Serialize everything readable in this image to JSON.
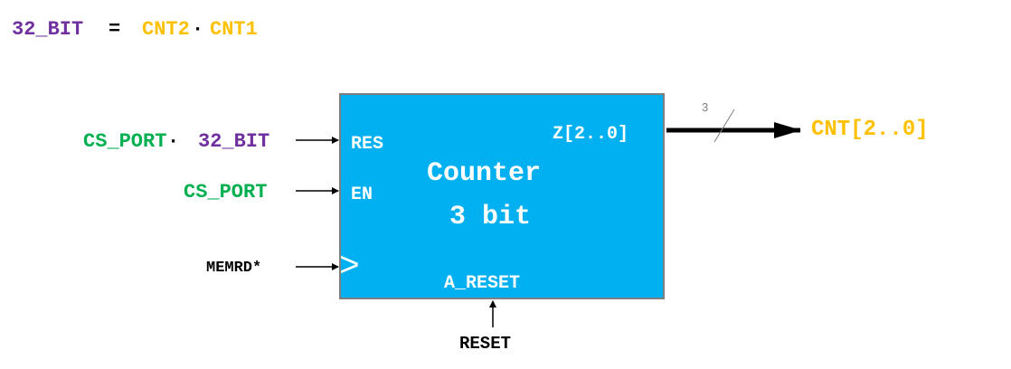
{
  "equation": {
    "lhs": "32_BIT",
    "equals": "=",
    "term1": "CNT2",
    "dot": "·",
    "term2": "CNT1"
  },
  "inputs": {
    "res_signal_a": "CS_PORT",
    "res_signal_dot": "·",
    "res_signal_b": "32_BIT",
    "en_signal": "CS_PORT",
    "clk_signal": "MEMRD*",
    "reset_signal": "RESET"
  },
  "block": {
    "title_line1": "Counter",
    "title_line2": "3 bit",
    "pin_res": "RES",
    "pin_en": "EN",
    "pin_clk": ">",
    "pin_out": "Z[2..0]",
    "pin_areset": "A_RESET"
  },
  "output": {
    "bus_width": "3",
    "signal": "CNT[2..0]"
  },
  "colors": {
    "block_fill": "#00b0f0",
    "purple": "#7030a0",
    "green": "#00b050",
    "yellow": "#ffc000"
  }
}
